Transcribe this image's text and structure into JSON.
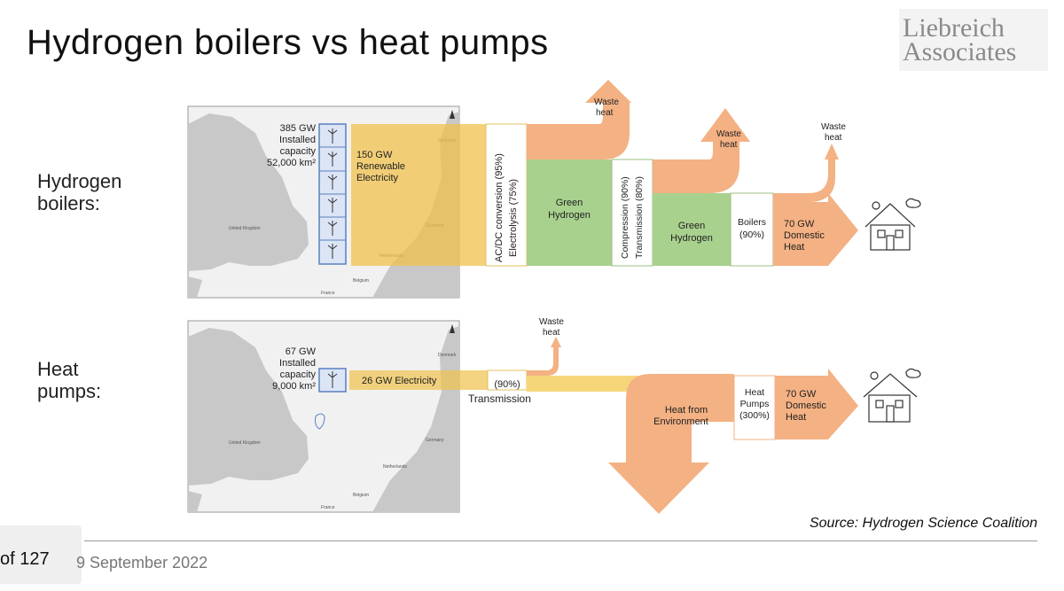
{
  "slide": {
    "title": "Hydrogen boilers vs heat pumps",
    "logo_line1": "Liebreich",
    "logo_line2": "Associates",
    "source": "Source: Hydrogen Science Coalition",
    "date": "9 September 2022",
    "page": "of 127"
  },
  "hydrogen": {
    "row_label_1": "Hydrogen",
    "row_label_2": "boilers:",
    "capacity": [
      "385 GW",
      "Installed",
      "capacity",
      "52,000 km²"
    ],
    "renewable": [
      "150 GW",
      "Renewable",
      "Electricity"
    ],
    "conversion": [
      "AC/DC conversion (95%)",
      "Electrolysis (75%)"
    ],
    "waste1": [
      "Waste",
      "heat"
    ],
    "green1": [
      "Green",
      "Hydrogen"
    ],
    "compression": [
      "Compression (90%)",
      "Transmission (80%)"
    ],
    "waste2": [
      "Waste",
      "heat"
    ],
    "green2": [
      "Green",
      "Hydrogen"
    ],
    "boilers": [
      "Boilers",
      "(90%)"
    ],
    "waste3": [
      "Waste",
      "heat"
    ],
    "output": [
      "70 GW",
      "Domestic",
      "Heat"
    ]
  },
  "heatpump": {
    "row_label_1": "Heat",
    "row_label_2": "pumps:",
    "capacity": [
      "67 GW",
      "Installed",
      "capacity",
      "9,000 km²"
    ],
    "electricity": "26 GW Electricity",
    "transmission_pct": "(90%)",
    "transmission": "Transmission",
    "waste": [
      "Waste",
      "heat"
    ],
    "environment": [
      "Heat from",
      "Environment"
    ],
    "pumps": [
      "Heat",
      "Pumps",
      "(300%)"
    ],
    "output": [
      "70 GW",
      "Domestic",
      "Heat"
    ]
  },
  "map_labels": {
    "uk": "United Kingdom",
    "denmark": "Denmark",
    "germany": "Germany",
    "netherlands": "Netherlands",
    "belgium": "Belgium",
    "france": "France"
  },
  "colors": {
    "yellow": "#f5d77a",
    "yellow_strong": "#f0c24c",
    "green": "#a9d18e",
    "orange": "#f4b183",
    "blue": "#5b7fc1",
    "map_gray": "#c8c8c8"
  }
}
